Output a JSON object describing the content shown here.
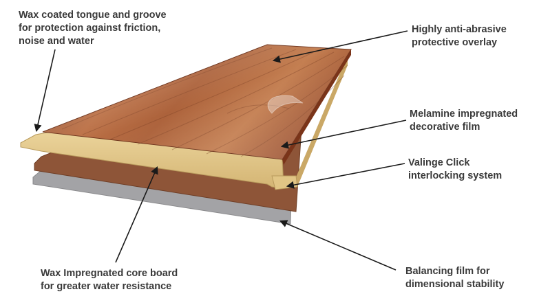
{
  "labels": {
    "tongue_groove": {
      "lines": [
        "Wax coated tongue and groove",
        "for protection against friction,",
        "noise and water"
      ]
    },
    "overlay": {
      "lines": [
        "Highly anti-abrasive",
        "protective overlay"
      ]
    },
    "decorative_film": {
      "lines": [
        "Melamine impregnated",
        "decorative film"
      ]
    },
    "click_system": {
      "lines": [
        "Valinge Click",
        "interlocking system"
      ]
    },
    "core_board": {
      "lines": [
        "Wax Impregnated core board",
        "for greater water resistance"
      ]
    },
    "balancing_film": {
      "lines": [
        "Balancing film for",
        "dimensional stability"
      ]
    }
  },
  "colors": {
    "text": "#3a3a3a",
    "arrow": "#1a1a1a",
    "wood_light": "#b86a3e",
    "wood_dark": "#8e3f22",
    "core": "#e3c88a",
    "balancing": "#8a5238",
    "backing": "#9a9a9c"
  }
}
